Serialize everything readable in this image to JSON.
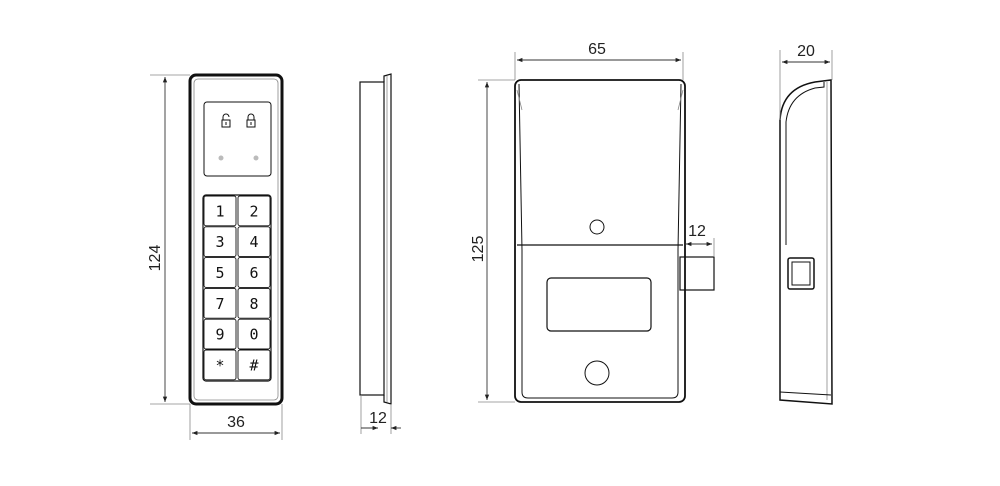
{
  "dimensions": {
    "keypad_height": "124",
    "keypad_width": "36",
    "keypad_depth": "12",
    "lock_width": "65",
    "lock_height": "125",
    "bolt_extension": "12",
    "lock_depth": "20"
  },
  "keypad": {
    "keys": [
      "1",
      "2",
      "3",
      "4",
      "5",
      "6",
      "7",
      "8",
      "9",
      "0",
      "*",
      "#"
    ],
    "indicators": [
      "unlock-icon",
      "lock-icon"
    ]
  },
  "colors": {
    "line": "#111111",
    "dimension": "#888888",
    "led": "#bbbbbb"
  }
}
